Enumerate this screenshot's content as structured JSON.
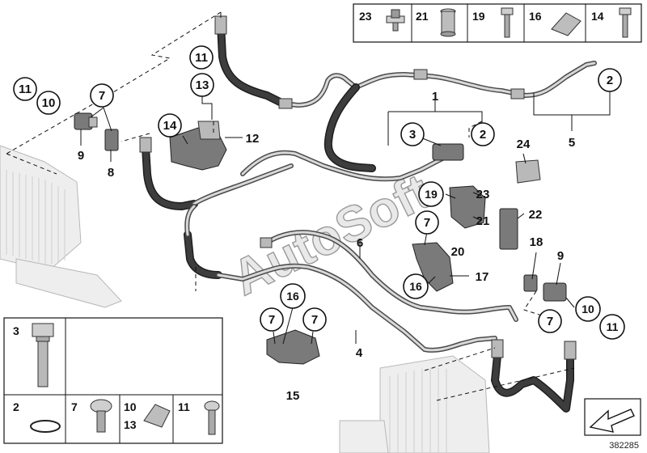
{
  "diagram": {
    "callouts": {
      "c1": "1",
      "c2a": "2",
      "c2b": "2",
      "c3": "3",
      "c4": "4",
      "c5": "5",
      "c6": "6",
      "c7a": "7",
      "c7b": "7",
      "c7c": "7",
      "c7d": "7",
      "c7e": "7",
      "c8": "8",
      "c9a": "9",
      "c9b": "9",
      "c10a": "10",
      "c10b": "10",
      "c11a": "11",
      "c11b": "11",
      "c11c": "11",
      "c12": "12",
      "c13": "13",
      "c14": "14",
      "c15": "15",
      "c16a": "16",
      "c16b": "16",
      "c17": "17",
      "c18": "18",
      "c19": "19",
      "c20": "20",
      "c21": "21",
      "c22": "22",
      "c23": "23",
      "c24": "24"
    },
    "top_legend": [
      "23",
      "21",
      "19",
      "16",
      "14"
    ],
    "bottom_legend": {
      "row1": [
        "3"
      ],
      "row2": [
        "2",
        "7",
        "10",
        "11"
      ],
      "row2_sub": "13"
    },
    "watermark": "AutoSoft",
    "doc_number": "382285"
  }
}
